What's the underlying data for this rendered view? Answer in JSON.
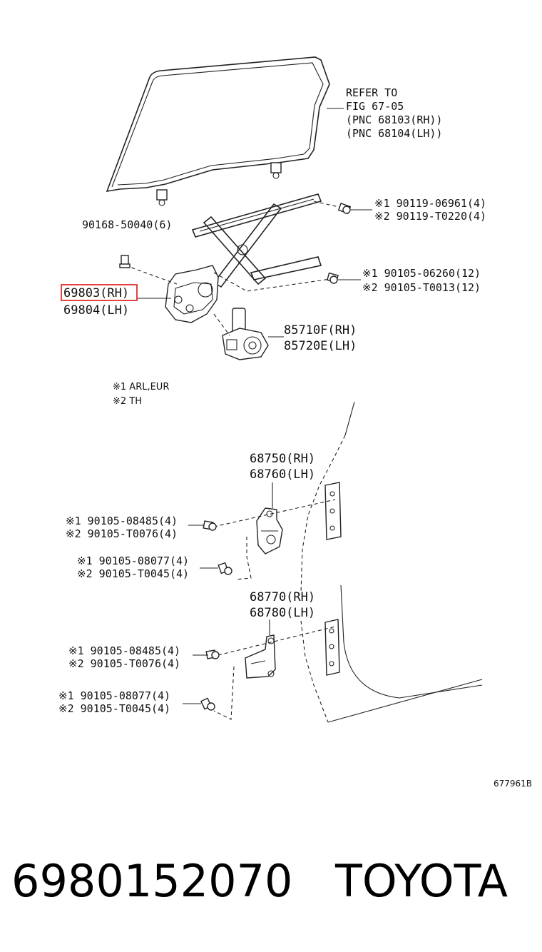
{
  "labels": {
    "refer_1": "REFER TO",
    "refer_2": "FIG 67-05",
    "refer_3": "(PNC 68103(RH))",
    "refer_4": "(PNC 68104(LH))",
    "bolt_a1": "※1 90119-06961(4)",
    "bolt_a2": "※2 90119-T0220(4)",
    "bolt_b": "90168-50040(6)",
    "bolt_c1": "※1 90105-06260(12)",
    "bolt_c2": "※2 90105-T0013(12)",
    "reg_rh": "69803(RH)",
    "reg_lh": "69804(LH)",
    "motor_rh": "85710F(RH)",
    "motor_lh": "85720E(LH)",
    "note_1": "※1 ARL,EUR",
    "note_2": "※2 TH",
    "hinge_up_rh": "68750(RH)",
    "hinge_up_lh": "68760(LH)",
    "bolt_d1": "※1 90105-08485(4)",
    "bolt_d2": "※2 90105-T0076(4)",
    "bolt_e1": "※1 90105-08077(4)",
    "bolt_e2": "※2 90105-T0045(4)",
    "hinge_lo_rh": "68770(RH)",
    "hinge_lo_lh": "68780(LH)",
    "bolt_f1": "※1 90105-08485(4)",
    "bolt_f2": "※2 90105-T0076(4)",
    "bolt_g1": "※1 90105-08077(4)",
    "bolt_g2": "※2 90105-T0045(4)",
    "fig_ref": "677961B"
  },
  "footer": {
    "part_number": "6980152070",
    "brand": "TOYOTA"
  },
  "highlight_color": "#e0302a"
}
